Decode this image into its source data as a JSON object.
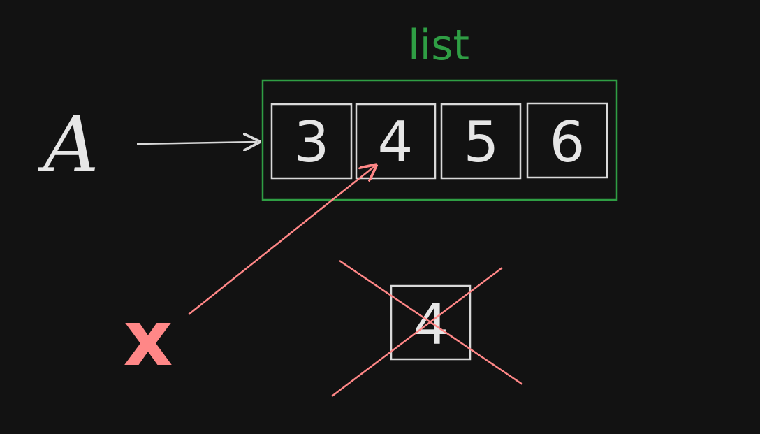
{
  "diagram": {
    "list_label": "list",
    "variable_a": "A",
    "variable_x": "x",
    "list_cells": [
      "3",
      "4",
      "5",
      "6"
    ],
    "detached_cell": "4",
    "colors": {
      "background": "#121212",
      "list_border": "#2f9e44",
      "list_label": "#2f9e44",
      "cell_border": "#d9d9d9",
      "text": "#e6e6e6",
      "arrow_a": "#d9d9d9",
      "x_color": "#ff8787",
      "cross_color": "#ff8787"
    }
  }
}
